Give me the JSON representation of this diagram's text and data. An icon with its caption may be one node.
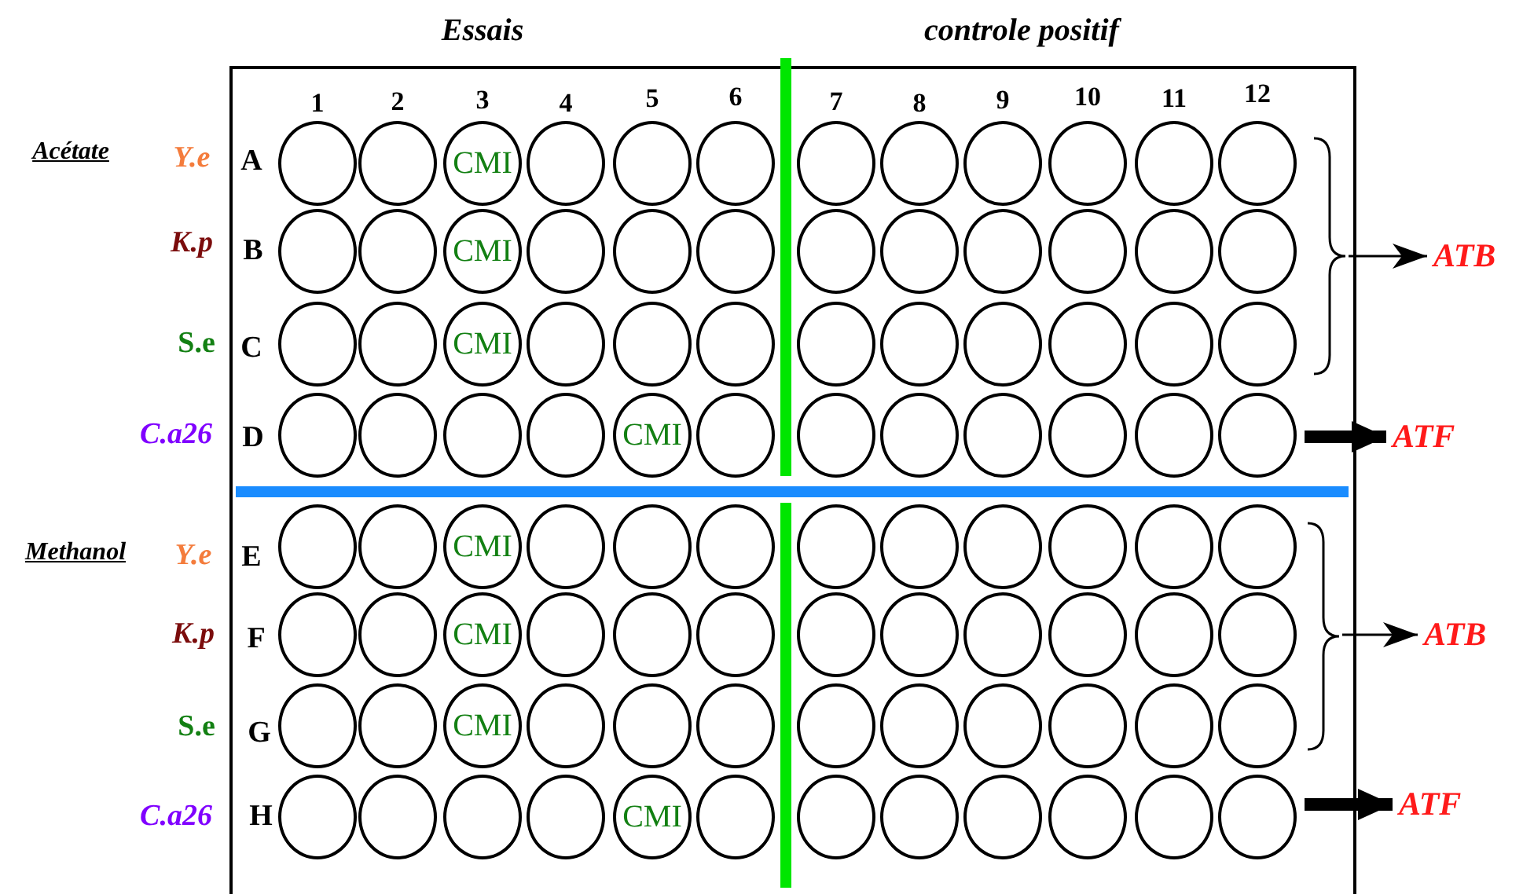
{
  "diagram": {
    "nodes": [
      {
        "text": [],
        "shape": "circle"
      },
      {
        "text": [],
        "shape": "circle"
      },
      {
        "text": [
          "CMI"
        ]
      },
      {
        "text": [],
        "shape": "circle"
      },
      {
        "text": [],
        "shape": "circle"
      },
      {
        "text": [],
        "shape": "circle"
      },
      {
        "text": [],
        "shape": "circle"
      },
      {
        "text": [],
        "shape": "circle"
      },
      {
        "text": [],
        "shape": "circle"
      },
      {
        "text": [],
        "shape": "circle"
      },
      {
        "text": [],
        "shape": "circle"
      },
      {
        "text": [],
        "shape": "circle"
      },
      {
        "text": [],
        "shape": "circle"
      },
      {
        "text": [],
        "shape": "circle"
      },
      {
        "text": [
          "CMI"
        ]
      },
      {
        "text": [],
        "shape": "circle"
      },
      {
        "text": [],
        "shape": "circle"
      },
      {
        "text": [],
        "shape": "circle"
      },
      {
        "text": [],
        "shape": "circle"
      },
      {
        "text": [],
        "shape": "circle"
      },
      {
        "text": [],
        "shape": "circle"
      },
      {
        "text": [],
        "shape": "circle"
      },
      {
        "text": [],
        "shape": "circle"
      },
      {
        "text": [],
        "shape": "circle"
      },
      {
        "text": [],
        "shape": "circle"
      },
      {
        "text": [],
        "shape": "circle"
      },
      {
        "text": [
          "CMI"
        ]
      },
      {
        "text": [],
        "shape": "circle"
      },
      {
        "text": [],
        "shape": "circle"
      },
      {
        "text": [],
        "shape": "circle"
      },
      {
        "text": [],
        "shape": "circle"
      },
      {
        "text": [],
        "shape": "circle"
      },
      {
        "text": [],
        "shape": "circle"
      },
      {
        "text": [],
        "shape": "circle"
      },
      {
        "text": [],
        "shape": "circle"
      },
      {
        "text": [],
        "shape": "circle"
      },
      {
        "text": [],
        "shape": "circle"
      },
      {
        "text": [],
        "shape": "circle"
      },
      {
        "text": [],
        "shape": "circle"
      },
      {
        "text": [],
        "shape": "circle"
      },
      {
        "text": [
          "CMI"
        ]
      },
      {
        "text": [],
        "shape": "circle"
      },
      {
        "text": [],
        "shape": "circle"
      },
      {
        "text": [],
        "shape": "circle"
      },
      {
        "text": [],
        "shape": "circle"
      },
      {
        "text": [],
        "shape": "circle"
      },
      {
        "text": [],
        "shape": "circle"
      },
      {
        "text": [],
        "shape": "circle"
      },
      {
        "text": [],
        "shape": "circle"
      },
      {
        "text": [],
        "shape": "circle"
      },
      {
        "text": [
          "CMI"
        ]
      },
      {
        "text": [],
        "shape": "circle"
      },
      {
        "text": [],
        "shape": "circle"
      },
      {
        "text": [],
        "shape": "circle"
      },
      {
        "text": [],
        "shape": "circle"
      },
      {
        "text": [],
        "shape": "circle"
      },
      {
        "text": [],
        "shape": "circle"
      },
      {
        "text": [],
        "shape": "circle"
      },
      {
        "text": [],
        "shape": "circle"
      },
      {
        "text": [],
        "shape": "circle"
      },
      {
        "text": [],
        "shape": "circle"
      },
      {
        "text": [],
        "shape": "circle"
      },
      {
        "text": [
          "CMI"
        ]
      },
      {
        "text": [],
        "shape": "circle"
      },
      {
        "text": [],
        "shape": "circle"
      },
      {
        "text": [],
        "shape": "circle"
      },
      {
        "text": [],
        "shape": "circle"
      },
      {
        "text": [],
        "shape": "circle"
      },
      {
        "text": [],
        "shape": "circle"
      },
      {
        "text": [],
        "shape": "circle"
      },
      {
        "text": [],
        "shape": "circle"
      },
      {
        "text": [],
        "shape": "circle"
      },
      {
        "text": [],
        "shape": "circle"
      },
      {
        "text": [],
        "shape": "circle"
      },
      {
        "text": [
          "CMI"
        ]
      },
      {
        "text": [],
        "shape": "circle"
      },
      {
        "text": [],
        "shape": "circle"
      },
      {
        "text": [],
        "shape": "circle"
      },
      {
        "text": [],
        "shape": "circle"
      },
      {
        "text": [],
        "shape": "circle"
      },
      {
        "text": [],
        "shape": "circle"
      },
      {
        "text": [],
        "shape": "circle"
      },
      {
        "text": [],
        "shape": "circle"
      },
      {
        "text": [],
        "shape": "circle"
      },
      {
        "text": [],
        "shape": "circle"
      },
      {
        "text": [],
        "shape": "circle"
      },
      {
        "text": [],
        "shape": "circle"
      },
      {
        "text": [],
        "shape": "circle"
      },
      {
        "text": [
          "CMI"
        ]
      },
      {
        "text": [],
        "shape": "circle"
      },
      {
        "text": [],
        "shape": "circle"
      },
      {
        "text": [],
        "shape": "circle"
      },
      {
        "text": [],
        "shape": "circle"
      },
      {
        "text": [],
        "shape": "circle"
      },
      {
        "text": [],
        "shape": "circle"
      },
      {
        "text": [],
        "shape": "circle"
      },
      {
        "text": [
          "ATB"
        ]
      },
      {
        "text": [
          "ATF"
        ]
      },
      {
        "text": [
          "ATB"
        ]
      },
      {
        "text": [
          "ATF"
        ]
      },
      {
        "text": [],
        "shape": "brace"
      },
      {
        "text": [],
        "shape": "brace"
      }
    ],
    "edges": [
      {
        "from": 100,
        "to": 96,
        "arrow": "to"
      },
      {
        "from": 47,
        "to": 97,
        "arrow": "to",
        "style": "thick"
      },
      {
        "from": 101,
        "to": 98,
        "arrow": "to"
      },
      {
        "from": 95,
        "to": 99,
        "arrow": "to",
        "style": "thick"
      }
    ],
    "labels": [
      "Essais",
      "controle positif",
      "1",
      "2",
      "3",
      "4",
      "5",
      "6",
      "7",
      "8",
      "9",
      "10",
      "11",
      "12",
      "Acétate",
      "Y.e",
      "A",
      "K.p",
      "B",
      "S.e",
      "C",
      "C.a26",
      "D",
      "Methanol",
      "Y.e",
      "E",
      "K.p",
      "F",
      "S.e",
      "G",
      "C.a26",
      "H"
    ]
  }
}
